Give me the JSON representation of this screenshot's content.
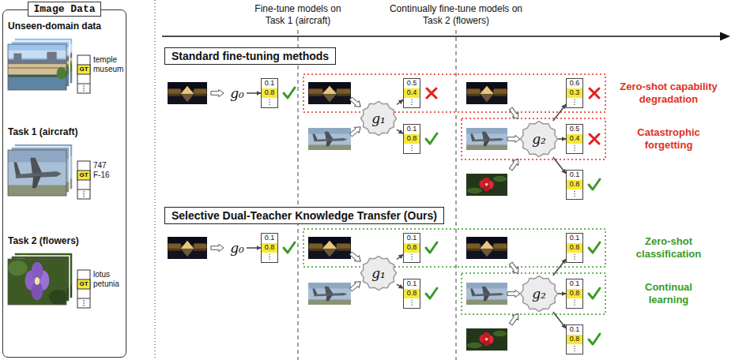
{
  "diagram": {
    "nodes": [
      {
        "text": [
          "Image Data"
        ]
      },
      {
        "text": [
          "Standard fine-tuning methods"
        ]
      },
      {
        "text": [
          "Selective Dual-Teacher Knowledge Transfer (Ours)"
        ]
      },
      {
        "text": [
          "g₀"
        ]
      },
      {
        "text": [
          "0.1",
          "0.8",
          "⋮"
        ]
      },
      {
        "text": [
          "g₁"
        ]
      },
      {
        "text": [
          "0.5",
          "0.4",
          "⋮"
        ]
      },
      {
        "text": [
          "0.1",
          "0.8",
          "⋮"
        ]
      },
      {
        "text": [
          "g₂"
        ]
      },
      {
        "text": [
          "0.6",
          "0.3",
          "⋮"
        ]
      },
      {
        "text": [
          "0.5",
          "0.4",
          "⋮"
        ]
      },
      {
        "text": [
          "0.1",
          "0.8",
          "⋮"
        ]
      },
      {
        "text": [
          "g₀"
        ]
      },
      {
        "text": [
          "0.1",
          "0.8",
          "⋮"
        ]
      },
      {
        "text": [
          "g₁"
        ]
      },
      {
        "text": [
          "0.1",
          "0.8",
          "⋮"
        ]
      },
      {
        "text": [
          "0.1",
          "0.8",
          "⋮"
        ]
      },
      {
        "text": [
          "g₂"
        ]
      },
      {
        "text": [
          "0.1",
          "0.8",
          "⋮"
        ]
      },
      {
        "text": [
          "0.1",
          "0.8",
          "⋮"
        ]
      },
      {
        "text": [
          "0.1",
          "0.8",
          "⋮"
        ]
      }
    ],
    "edges": [
      {
        "from": 3,
        "to": 4,
        "arrow": "to"
      },
      {
        "from": 5,
        "to": 6,
        "arrow": "to"
      },
      {
        "from": 5,
        "to": 7,
        "arrow": "to"
      },
      {
        "from": 8,
        "to": 9,
        "arrow": "to"
      },
      {
        "from": 8,
        "to": 10,
        "arrow": "to"
      },
      {
        "from": 8,
        "to": 11,
        "arrow": "to"
      },
      {
        "from": 12,
        "to": 13,
        "arrow": "to"
      },
      {
        "from": 14,
        "to": 15,
        "arrow": "to"
      },
      {
        "from": 14,
        "to": 16,
        "arrow": "to"
      },
      {
        "from": 17,
        "to": 18,
        "arrow": "to"
      },
      {
        "from": 17,
        "to": 19,
        "arrow": "to"
      },
      {
        "from": 17,
        "to": 20,
        "arrow": "to"
      }
    ],
    "labels": [
      "Unseen-domain data",
      "GT",
      "temple",
      "museum",
      "Task 1 (aircraft)",
      "GT",
      "747",
      "F-16",
      "Task 2 (flowers)",
      "GT",
      "lotus",
      "petunia",
      "Fine-tune models on Task 1 (aircraft)",
      "Continually fine-tune models on Task 2 (flowers)",
      "Zero-shot capability degradation",
      "Catastrophic forgetting",
      "Zero-shot classification",
      "Continual learning"
    ]
  }
}
